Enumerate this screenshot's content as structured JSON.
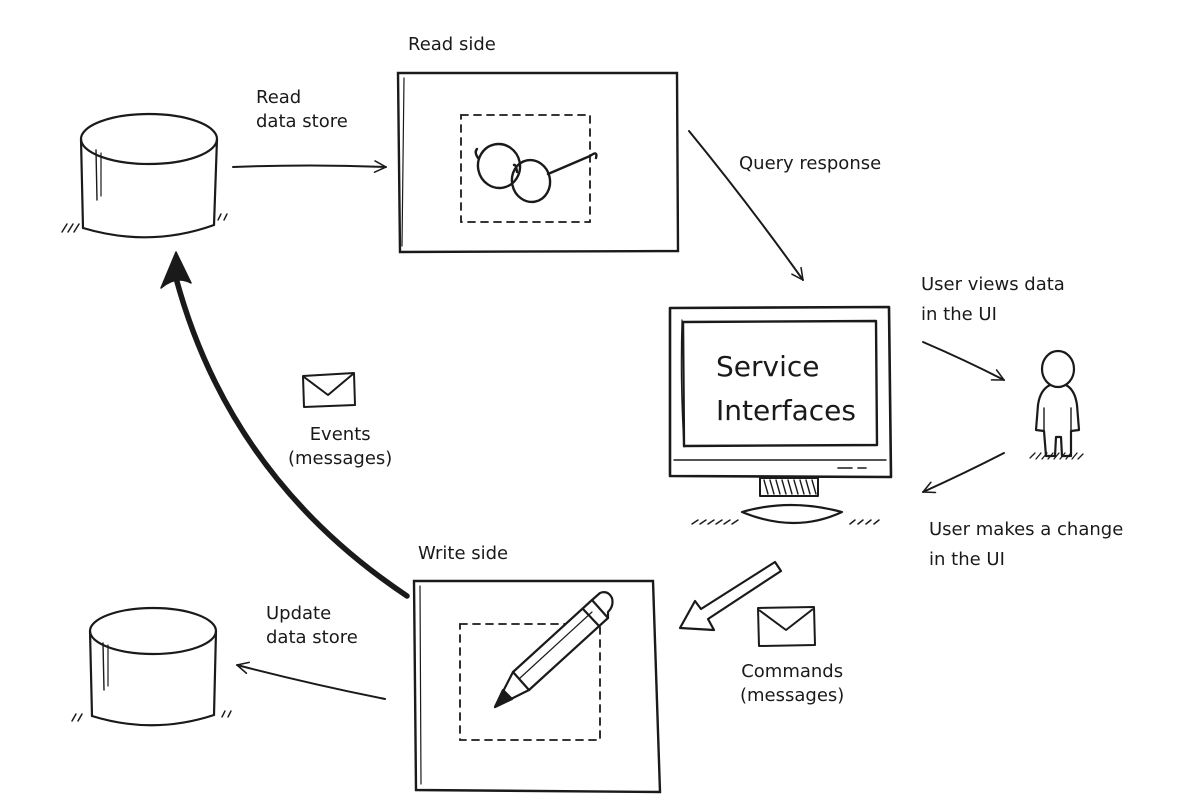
{
  "read_side": {
    "title": "Read side"
  },
  "write_side": {
    "title": "Write side"
  },
  "read_data_store": {
    "line1": "Read",
    "line2": "data store"
  },
  "update_data_store": {
    "line1": "Update",
    "line2": "data store"
  },
  "query_response": {
    "label": "Query response"
  },
  "service_interfaces": {
    "line1": "Service",
    "line2": "Interfaces"
  },
  "user_views": {
    "line1": "User views data",
    "line2": "in the UI"
  },
  "user_changes": {
    "line1": "User makes a change",
    "line2": "in the UI"
  },
  "events": {
    "line1": "Events",
    "line2": "(messages)"
  },
  "commands": {
    "line1": "Commands",
    "line2": "(messages)"
  },
  "colors": {
    "ink": "#1a1a1a",
    "background": "#ffffff"
  },
  "icons": [
    "database-icon",
    "glasses-icon",
    "monitor-icon",
    "person-icon",
    "envelope-icon",
    "pencil-icon"
  ]
}
